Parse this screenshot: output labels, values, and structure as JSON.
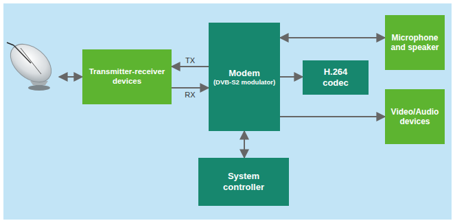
{
  "diagram": {
    "nodes": [
      {
        "text": [
          "Transmitter-receiver devices"
        ]
      },
      {
        "text": [
          "Modem",
          "(DVB-S2 modulator)"
        ]
      },
      {
        "text": [
          "H.264 codec"
        ]
      },
      {
        "text": [
          "Microphone and speaker"
        ]
      },
      {
        "text": [
          "Video/Audio devices"
        ]
      },
      {
        "text": [
          "System controller"
        ]
      }
    ],
    "edges": [
      {
        "from": 1,
        "to": 0,
        "arrow": "to",
        "label": "TX"
      },
      {
        "from": 0,
        "to": 1,
        "arrow": "to",
        "label": "RX"
      },
      {
        "from": 1,
        "to": 2,
        "arrow": "to"
      },
      {
        "from": 1,
        "to": 3,
        "arrow": "both"
      },
      {
        "from": 1,
        "to": 4,
        "arrow": "to"
      },
      {
        "from": 1,
        "to": 5,
        "arrow": "both"
      }
    ]
  }
}
